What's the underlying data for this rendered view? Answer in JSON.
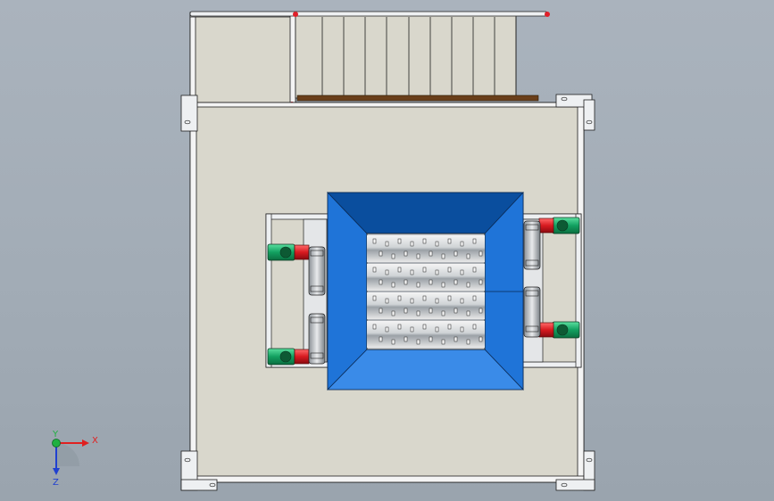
{
  "view": {
    "type": "cad-model-viewport",
    "orientation": "top"
  },
  "triad": {
    "x_label": "X",
    "y_label": "Y",
    "z_label": "Z"
  },
  "colors": {
    "background_top": "#aab3bd",
    "background_bottom": "#9aa4ae",
    "floor_plate": "#d9d7cc",
    "frame_line": "#1e1e1e",
    "hopper_outer": "#1565c8",
    "hopper_inner": "#3a8be8",
    "hopper_top_face": "#0a4e9e",
    "motor_green": "#21c47a",
    "motor_red": "#e0202a",
    "rail_wood": "#6a3f1a",
    "axis_x": "#e02020",
    "axis_y": "#20b040",
    "axis_z": "#2040d0"
  }
}
